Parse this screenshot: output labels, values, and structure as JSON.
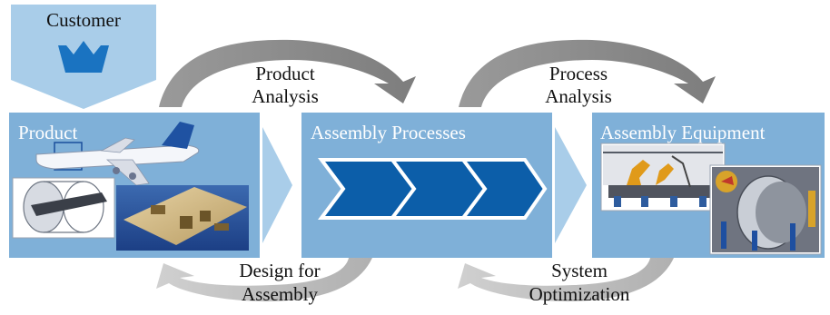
{
  "customer": {
    "label": "Customer"
  },
  "boxes": {
    "product": {
      "title": "Product"
    },
    "processes": {
      "title": "Assembly Processes"
    },
    "equipment": {
      "title": "Assembly Equipment"
    }
  },
  "cycle_labels": {
    "product_analysis": [
      "Product",
      "Analysis"
    ],
    "process_analysis": [
      "Process",
      "Analysis"
    ],
    "design_for_assembly": [
      "Design for",
      "Assembly"
    ],
    "system_optimization": [
      "System",
      "Optimization"
    ]
  },
  "colors": {
    "box_fill": "#7fb0d8",
    "customer_fill": "#a9cde9",
    "flow_arrow": "#a9cde9",
    "chevron_fill": "#0c5ea9",
    "crown": "#1a73c1",
    "top_arrow": "#8a8a8a",
    "bottom_arrow": "#c4c4c4"
  },
  "icons": {
    "crown": "crown-icon",
    "airplane": "airplane-image",
    "fuselage": "fuselage-section-image",
    "component": "component-image",
    "robot_cell": "robot-cell-image",
    "fixture": "fuselage-fixture-image"
  }
}
